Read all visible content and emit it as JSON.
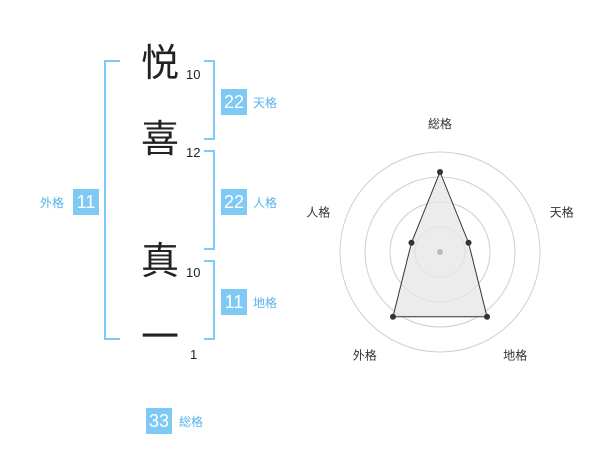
{
  "colors": {
    "accent": "#7fcaf4",
    "label": "#54b4ee",
    "text": "#222222",
    "grid": "#cfcfcf",
    "fill": "#e6e6e6",
    "line": "#333333"
  },
  "name": {
    "chars": [
      {
        "char": "悦",
        "strokes": "10"
      },
      {
        "char": "喜",
        "strokes": "12"
      },
      {
        "char": "真",
        "strokes": "10"
      },
      {
        "char": "一",
        "strokes": "1"
      }
    ]
  },
  "fortunes": {
    "tenkaku": {
      "value": "22",
      "label": "天格"
    },
    "jinkaku": {
      "value": "22",
      "label": "人格"
    },
    "chikaku": {
      "value": "11",
      "label": "地格"
    },
    "gaikaku": {
      "value": "11",
      "label": "外格"
    },
    "soukaku": {
      "value": "33",
      "label": "総格"
    }
  },
  "chart_data": {
    "type": "radar",
    "axes": [
      "総格",
      "天格",
      "地格",
      "外格",
      "人格"
    ],
    "values": [
      0.8,
      0.3,
      0.8,
      0.8,
      0.3
    ],
    "range": [
      0,
      1
    ],
    "rings": 4
  }
}
